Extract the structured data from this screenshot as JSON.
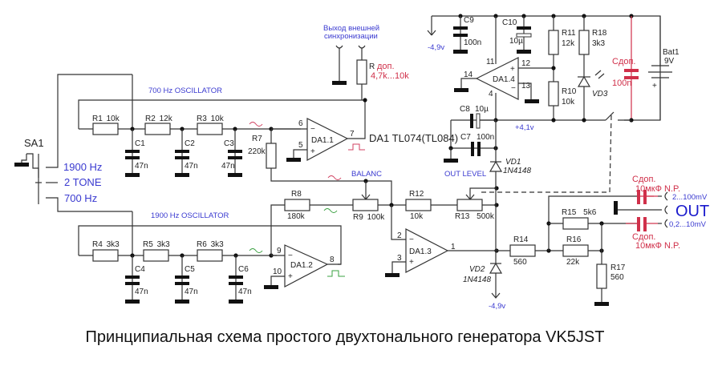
{
  "caption": "Принципиальная схема простого двухтонального генератора VK5JST",
  "switch": {
    "ref": "SA1",
    "positions": [
      "1900 Hz",
      "2 TONE",
      "700 Hz"
    ]
  },
  "oscillator_700": {
    "title": "700 Hz OSCILLATOR",
    "resistors": [
      {
        "ref": "R1",
        "value": "10k"
      },
      {
        "ref": "R2",
        "value": "12k"
      },
      {
        "ref": "R3",
        "value": "10k"
      }
    ],
    "capacitors": [
      {
        "ref": "C1",
        "value": "47n"
      },
      {
        "ref": "C2",
        "value": "47n"
      },
      {
        "ref": "C3",
        "value": "47n"
      }
    ],
    "r7": {
      "ref": "R7",
      "value": "220k"
    },
    "opamp": {
      "ref": "DA1.1",
      "pins": {
        "inv": "6",
        "noninv": "5",
        "out": "7"
      }
    }
  },
  "oscillator_1900": {
    "title": "1900 Hz OSCILLATOR",
    "resistors": [
      {
        "ref": "R4",
        "value": "3k3"
      },
      {
        "ref": "R5",
        "value": "3k3"
      },
      {
        "ref": "R6",
        "value": "3k3"
      }
    ],
    "capacitors": [
      {
        "ref": "C4",
        "value": "47n"
      },
      {
        "ref": "C5",
        "value": "47n"
      },
      {
        "ref": "C6",
        "value": "47n"
      }
    ],
    "r8": {
      "ref": "R8",
      "value": "180k"
    },
    "opamp": {
      "ref": "DA1.2",
      "pins": {
        "inv": "9",
        "noninv": "10",
        "out": "8"
      }
    }
  },
  "chip_label": "DA1 TL074(TL084)",
  "sync_output": {
    "label_line1": "Выход внешней",
    "label_line2": "синхронизации",
    "resistor_ref": "R",
    "resistor_note": "доп.",
    "resistor_value": "4,7k...10k"
  },
  "mixer": {
    "balance_label": "BALANC",
    "r9": {
      "ref": "R9",
      "value": "100k"
    },
    "r12": {
      "ref": "R12",
      "value": "10k"
    },
    "out_level_label": "OUT LEVEL",
    "r13": {
      "ref": "R13",
      "value": "500k"
    },
    "opamp": {
      "ref": "DA1.3",
      "pins": {
        "inv": "2",
        "noninv": "3",
        "out": "1"
      }
    }
  },
  "power": {
    "c9": {
      "ref": "C9",
      "value": "100n"
    },
    "c10": {
      "ref": "C10",
      "value": "10µ"
    },
    "c8": {
      "ref": "C8",
      "value": "10µ"
    },
    "c7": {
      "ref": "C7",
      "value": "100n"
    },
    "r11": {
      "ref": "R11",
      "value": "12k"
    },
    "r10": {
      "ref": "R10",
      "value": "10k"
    },
    "r18": {
      "ref": "R18",
      "value": "3k3"
    },
    "led": {
      "ref": "VD3"
    },
    "vd1": {
      "ref": "VD1",
      "part": "1N4148"
    },
    "vd2": {
      "ref": "VD2",
      "part": "1N4148"
    },
    "opamp": {
      "ref": "DA1.4",
      "pins": {
        "vcc": "11",
        "inv": "13",
        "noninv": "12",
        "out": "14",
        "vee": "4"
      }
    },
    "neg_rail": "-4,9v",
    "pos_rail": "+4,1v",
    "battery": {
      "ref": "Bat1",
      "value": "9V"
    },
    "extra_cap": {
      "ref": "Сдоп.",
      "value": "100n"
    }
  },
  "output": {
    "r14": {
      "ref": "R14",
      "value": "560"
    },
    "r15": {
      "ref": "R15",
      "value": "5k6"
    },
    "r16": {
      "ref": "R16",
      "value": "22k"
    },
    "r17": {
      "ref": "R17",
      "value": "560"
    },
    "cap_top": {
      "ref": "Сдоп.",
      "value": "10мкФ N.P."
    },
    "cap_bottom": {
      "ref": "Сдоп.",
      "value": "10мкФ N.P."
    },
    "out_label": "OUT",
    "high_level": "2...100mV",
    "low_level": "0,2...10mV"
  }
}
